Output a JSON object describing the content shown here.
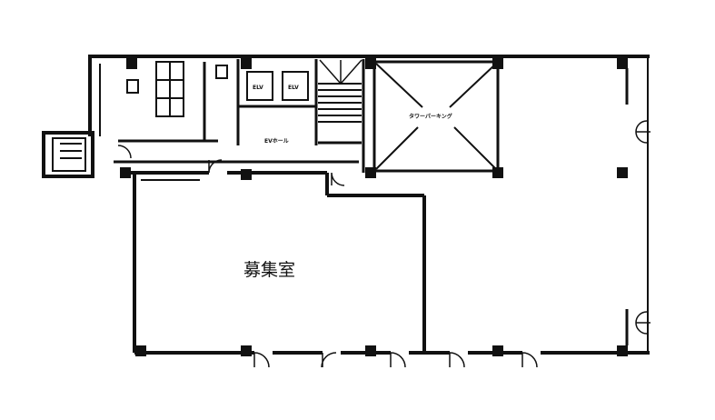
{
  "floorplan": {
    "rooms": {
      "vacancy": "募集室",
      "elevator_1": "ELV",
      "elevator_2": "ELV",
      "ev_hall": "EVホール",
      "tower_parking": "タワーパーキング"
    }
  }
}
